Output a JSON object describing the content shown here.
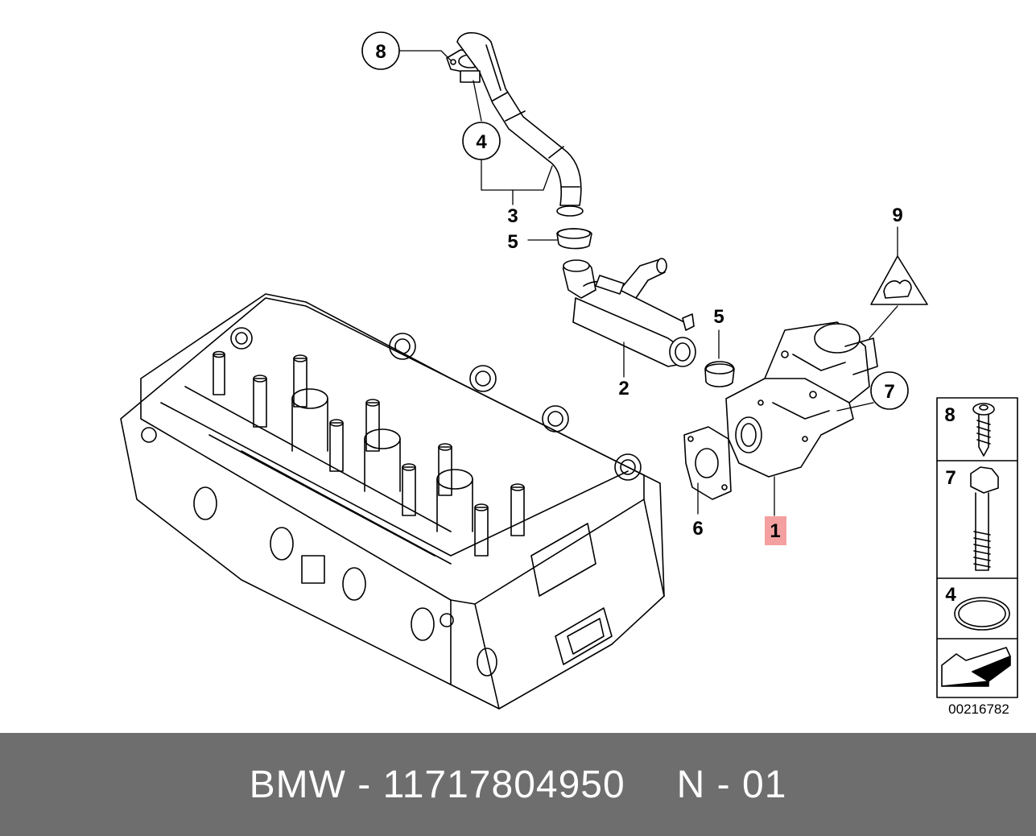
{
  "diagram": {
    "callouts": {
      "c1": "1",
      "c2": "2",
      "c3": "3",
      "c4": "4",
      "c5a": "5",
      "c5b": "5",
      "c6": "6",
      "c7": "7",
      "c8": "8",
      "c9": "9"
    },
    "highlight_color": "#f4a0a0",
    "sidebar": {
      "items": [
        {
          "label": "8",
          "part": "screw"
        },
        {
          "label": "7",
          "part": "bolt"
        },
        {
          "label": "4",
          "part": "o-ring"
        }
      ]
    },
    "reference_code": "00216782"
  },
  "footer": {
    "brand": "BMW",
    "separator": "-",
    "part_number": "11717804950",
    "position": "N - 01"
  }
}
